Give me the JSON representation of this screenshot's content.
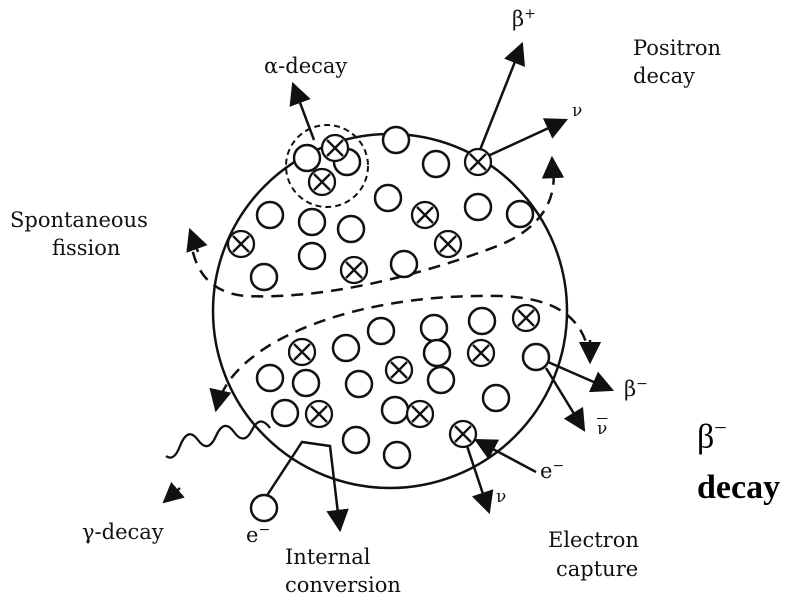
{
  "labels": {
    "alpha_decay": "α-decay",
    "beta_plus": "β",
    "beta_plus_sup": "+",
    "positron_line1": "Positron",
    "positron_line2": "decay",
    "nu_top": "ν",
    "spontaneous_line1": "Spontaneous",
    "spontaneous_line2": "fission",
    "beta_minus_small": "β",
    "beta_minus_small_sup": "−",
    "nu_bar": "ν",
    "electron_capture_in": "e",
    "electron_capture_in_sup": "−",
    "nu_bottom": "ν",
    "gamma_decay": "γ-decay",
    "electron_out": "e",
    "electron_out_sup": "−",
    "internal_line1": "Internal",
    "internal_line2": "conversion",
    "capture_line1": "Electron",
    "capture_line2": "capture",
    "big_beta": "β",
    "big_beta_sup": "−",
    "big_decay": "decay"
  },
  "colors": {
    "ink": "#111111",
    "background": "#ffffff"
  }
}
